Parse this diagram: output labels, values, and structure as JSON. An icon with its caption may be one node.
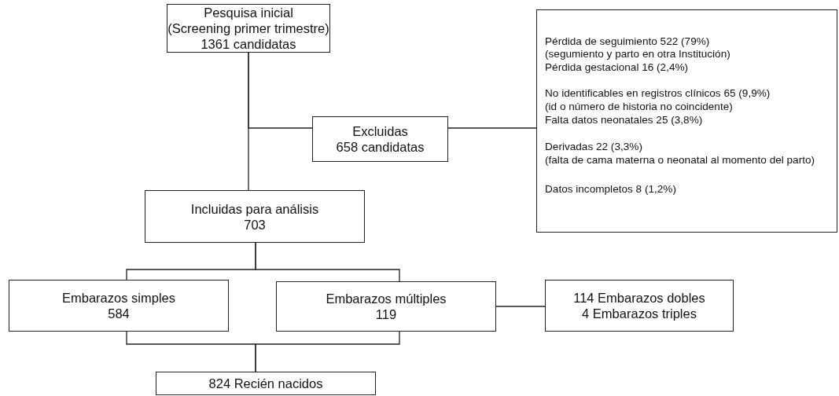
{
  "diagram": {
    "nodes": [
      {
        "text": [
          "Pesquisa inicial",
          "(Screening primer trimestre)",
          "1361 candidatas"
        ]
      },
      {
        "text": [
          "Excluidas",
          "658 candidatas"
        ]
      },
      {
        "text": [
          "Pérdida de seguimiento 522 (79%)",
          "(segumiento y parto en otra Institución)",
          "Pérdida gestacional 16 (2,4%)",
          "No identificables en registros clínicos 65 (9,9%)",
          "(id o número de historia no coincidente)",
          "Falta datos neonatales 25 (3,8%)",
          "Derivadas 22 (3,3%)",
          "(falta de cama materna o neonatal al momento del parto)",
          "Datos incompletos 8 (1,2%)"
        ]
      },
      {
        "text": [
          "Incluidas para análisis",
          "703"
        ]
      },
      {
        "text": [
          "Embarazos simples",
          "584"
        ]
      },
      {
        "text": [
          "Embarazos múltiples",
          "119"
        ]
      },
      {
        "text": [
          "114 Embarazos dobles",
          "4 Embarazos triples"
        ]
      },
      {
        "text": [
          "824 Recién nacidos"
        ]
      }
    ],
    "edges": [
      {
        "from": 0,
        "to": 3,
        "arrow": "none"
      },
      {
        "from": 0,
        "to": 1,
        "arrow": "none"
      },
      {
        "from": 1,
        "to": 2,
        "arrow": "none"
      },
      {
        "from": 3,
        "to": 4,
        "arrow": "none"
      },
      {
        "from": 3,
        "to": 5,
        "arrow": "none"
      },
      {
        "from": 5,
        "to": 6,
        "arrow": "none"
      },
      {
        "from": 4,
        "to": 7,
        "arrow": "none"
      },
      {
        "from": 5,
        "to": 7,
        "arrow": "none"
      }
    ]
  }
}
